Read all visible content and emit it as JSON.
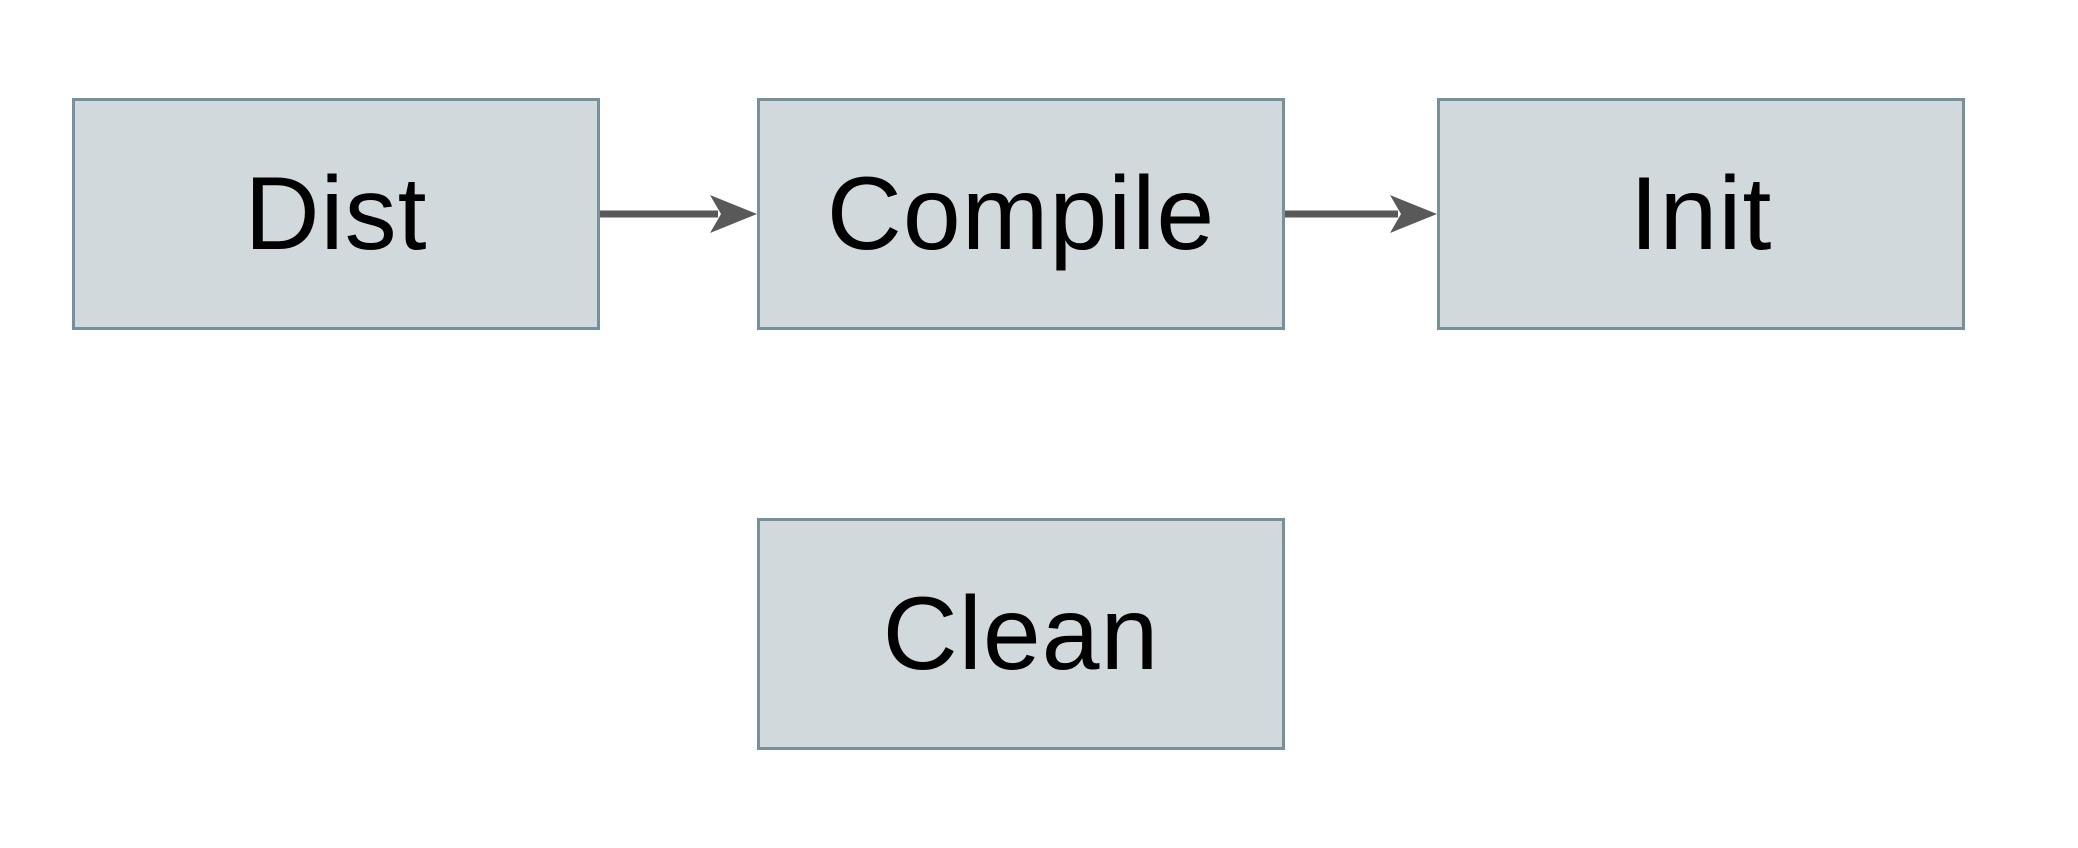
{
  "diagram": {
    "title": "",
    "nodes": {
      "dist": {
        "label": "Dist"
      },
      "compile": {
        "label": "Compile"
      },
      "init": {
        "label": "Init"
      },
      "clean": {
        "label": "Clean"
      }
    },
    "edges": [
      {
        "from": "Dist",
        "to": "Compile",
        "direction": "right"
      },
      {
        "from": "Compile",
        "to": "Init",
        "direction": "right"
      }
    ],
    "colors": {
      "node_fill": "#d2d9dd",
      "node_border": "#78909c",
      "arrow": "#595959",
      "text": "#000000",
      "background": "#ffffff"
    }
  }
}
